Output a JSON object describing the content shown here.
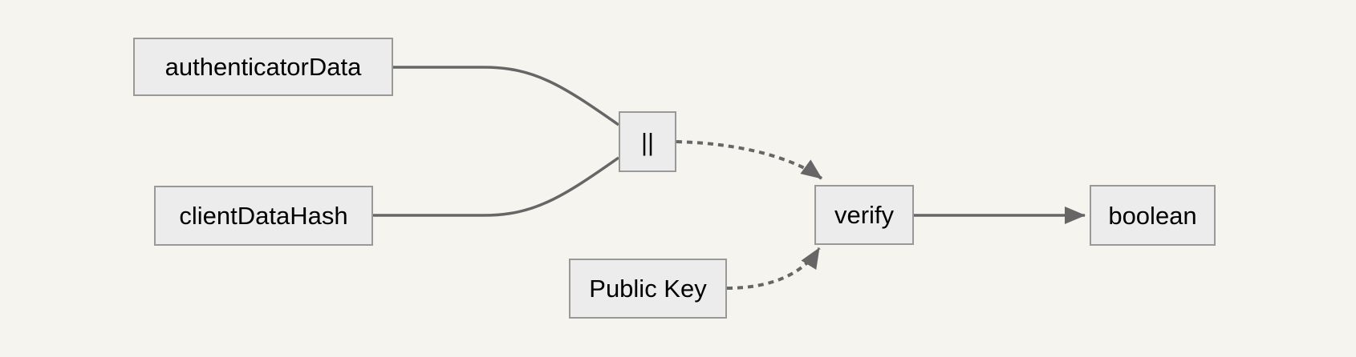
{
  "diagram": {
    "type": "flowchart",
    "background_color": "#f6f4ee",
    "node_fill_color": "#ececec",
    "node_border_color": "#999999",
    "node_text_color": "#000000",
    "edge_color": "#666666",
    "nodes": [
      {
        "id": "authenticatorData",
        "label": "authenticatorData"
      },
      {
        "id": "clientDataHash",
        "label": "clientDataHash"
      },
      {
        "id": "concat",
        "label": "||"
      },
      {
        "id": "publicKey",
        "label": "Public Key"
      },
      {
        "id": "verify",
        "label": "verify"
      },
      {
        "id": "boolean",
        "label": "boolean"
      }
    ],
    "edges": [
      {
        "from": "authenticatorData",
        "to": "concat",
        "line": "solid",
        "arrowhead": false
      },
      {
        "from": "clientDataHash",
        "to": "concat",
        "line": "solid",
        "arrowhead": false
      },
      {
        "from": "concat",
        "to": "verify",
        "line": "dotted",
        "arrowhead": true
      },
      {
        "from": "publicKey",
        "to": "verify",
        "line": "dotted",
        "arrowhead": true
      },
      {
        "from": "verify",
        "to": "boolean",
        "line": "solid",
        "arrowhead": true
      }
    ]
  }
}
